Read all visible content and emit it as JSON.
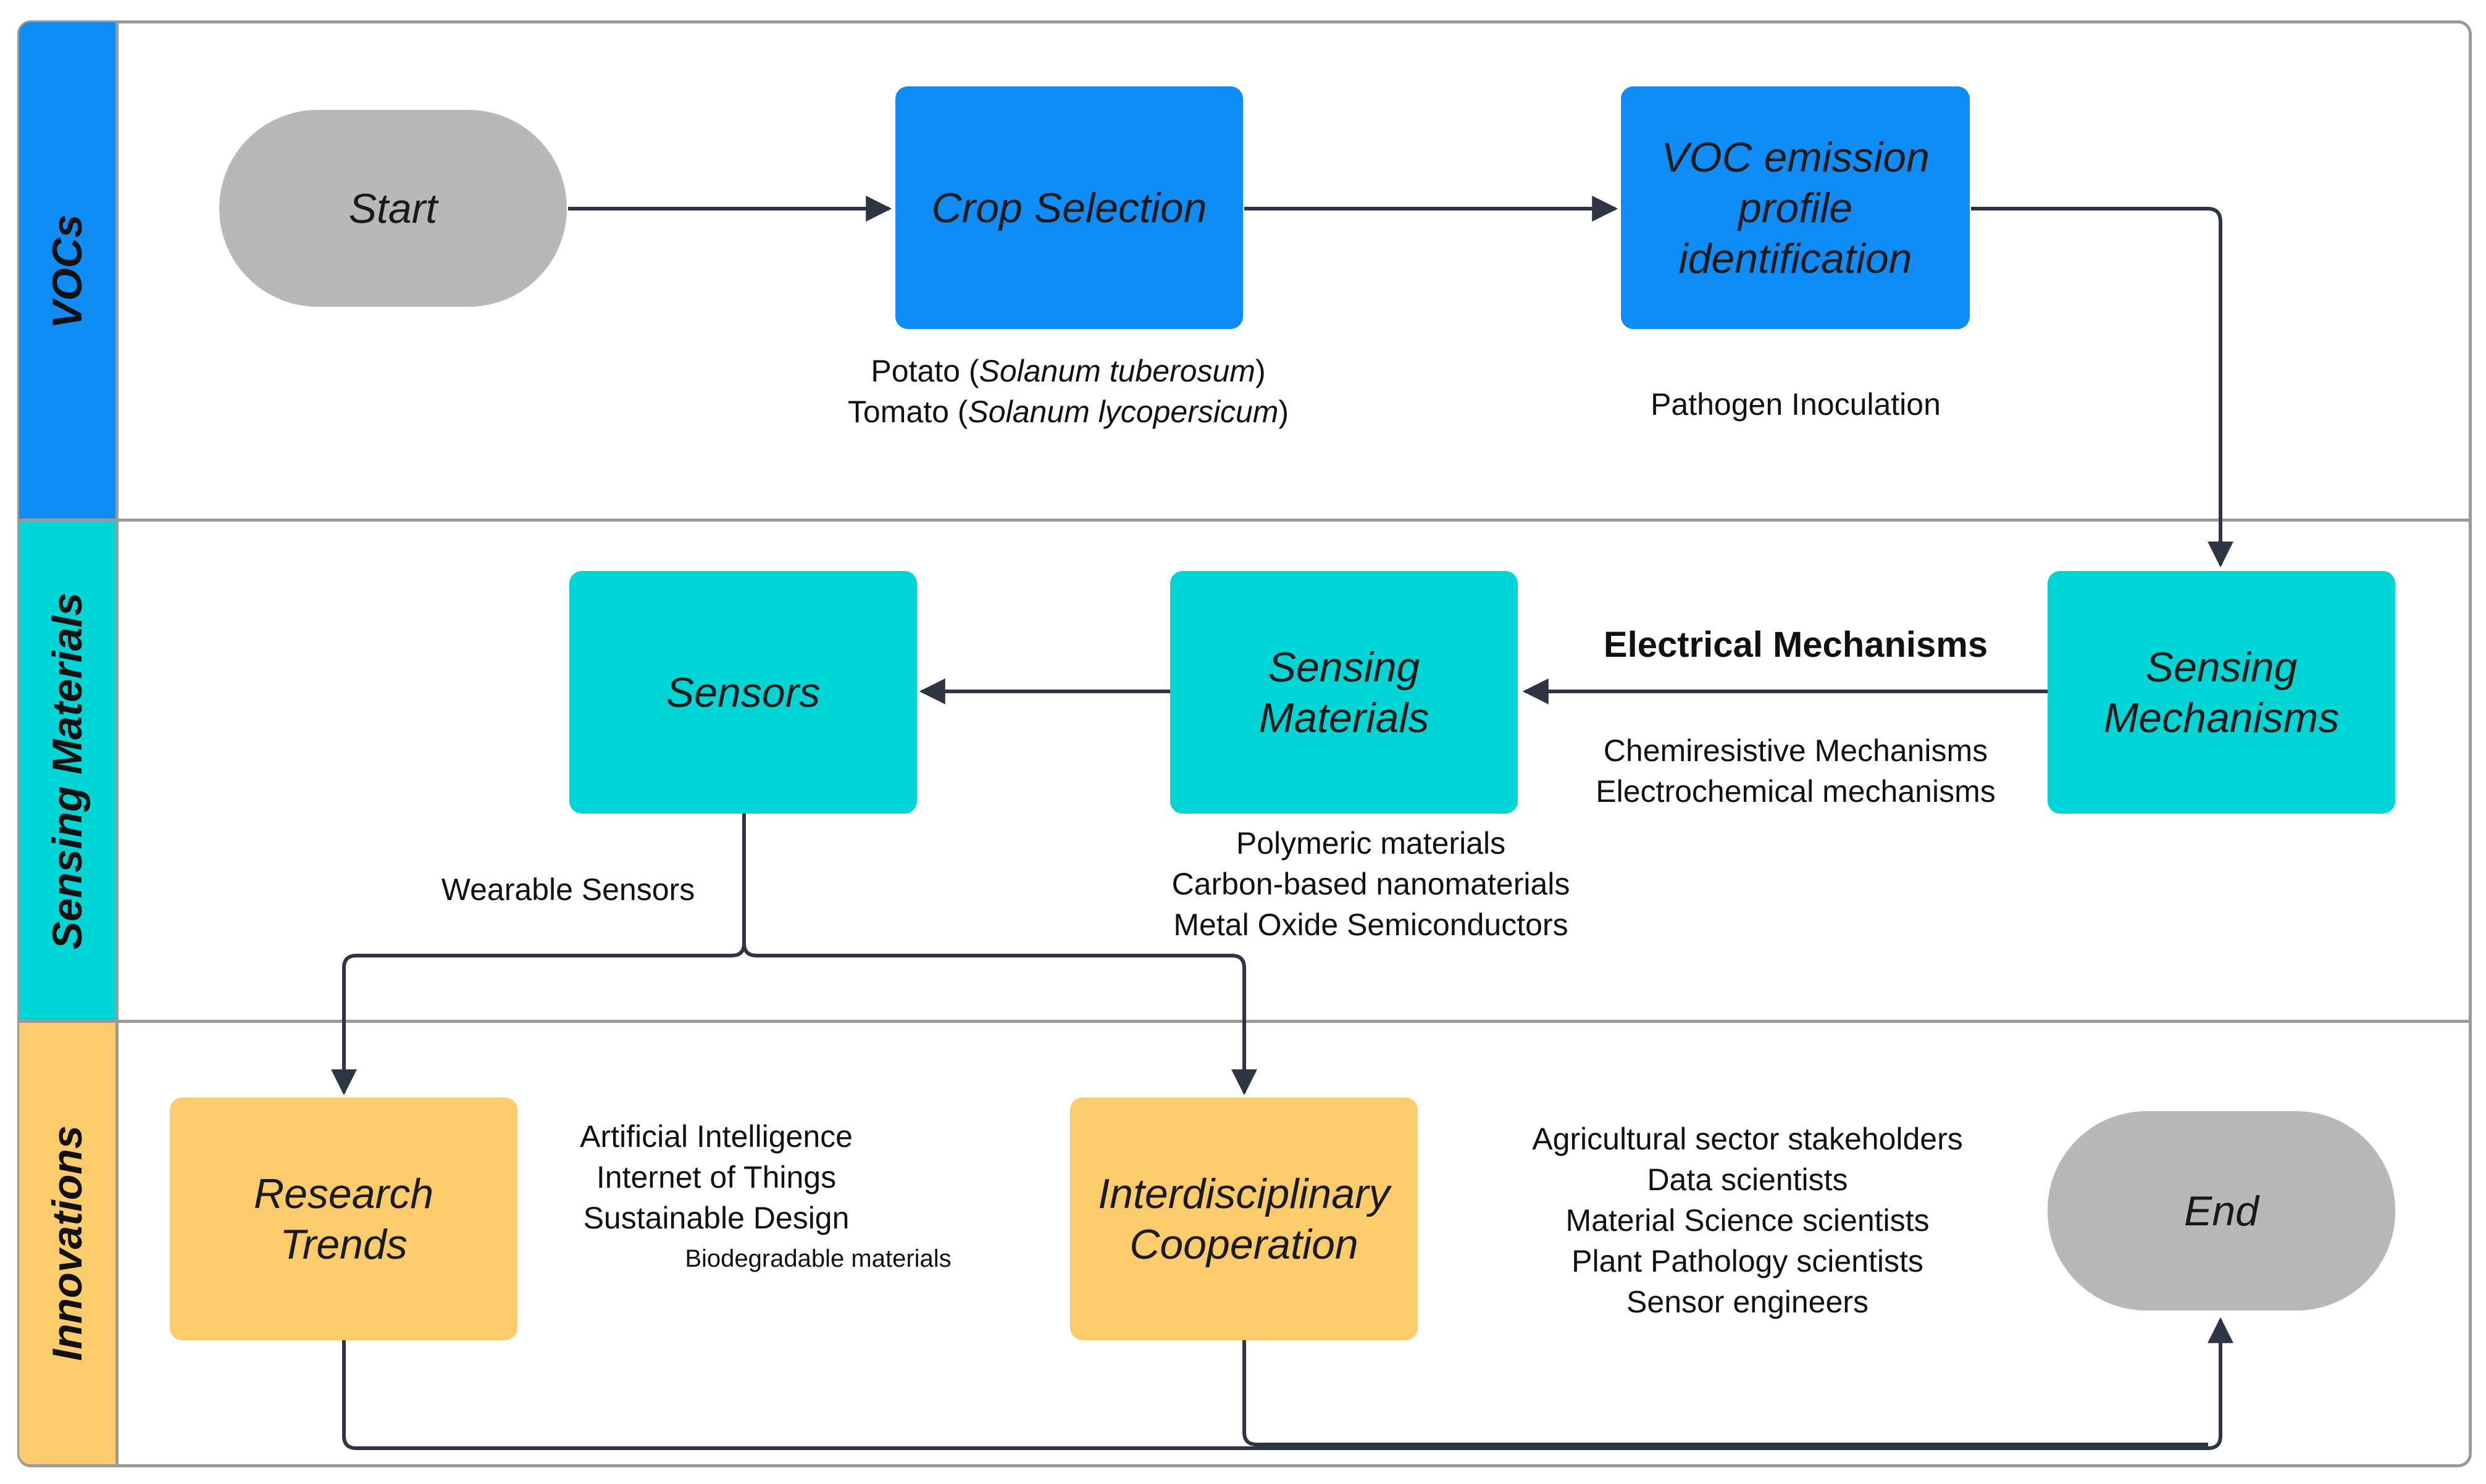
{
  "colors": {
    "blue": "#0f8cf5",
    "cyan": "#00d4d4",
    "orange": "#fccb6c",
    "gray": "#b8b8b8",
    "line": "#2d3642",
    "border": "#9a9a9a"
  },
  "lanes": {
    "vocs": "VOCs",
    "sensing": "Sensing Materials",
    "innovations": "Innovations"
  },
  "nodes": {
    "start": "Start",
    "crop_selection": "Crop Selection",
    "voc_profile": [
      "VOC emission",
      "profile",
      "identification"
    ],
    "sensing_mechanisms": [
      "Sensing",
      "Mechanisms"
    ],
    "sensing_materials": [
      "Sensing",
      "Materials"
    ],
    "sensors": "Sensors",
    "research_trends": [
      "Research",
      "Trends"
    ],
    "interdisciplinary": [
      "Interdisciplinary",
      "Cooperation"
    ],
    "end": "End"
  },
  "notes": {
    "crops": {
      "potato_prefix": "Potato (",
      "potato_latin": "Solanum tuberosum",
      "potato_suffix": ")",
      "tomato_prefix": "Tomato (",
      "tomato_latin": "Solanum lycopersicum",
      "tomato_suffix": ")"
    },
    "pathogen": "Pathogen Inoculation",
    "electrical": "Electrical Mechanisms",
    "mechanisms": [
      "Chemiresistive Mechanisms",
      "Electrochemical mechanisms"
    ],
    "materials": [
      "Polymeric materials",
      "Carbon-based nanomaterials",
      "Metal Oxide Semiconductors"
    ],
    "wearable": "Wearable Sensors",
    "trends": [
      "Artificial Intelligence",
      "Internet of Things",
      "Sustainable Design"
    ],
    "trends_small": "Biodegradable materials",
    "stakeholders": [
      "Agricultural sector stakeholders",
      "Data scientists",
      "Material Science scientists",
      "Plant Pathology scientists",
      "Sensor engineers"
    ]
  }
}
